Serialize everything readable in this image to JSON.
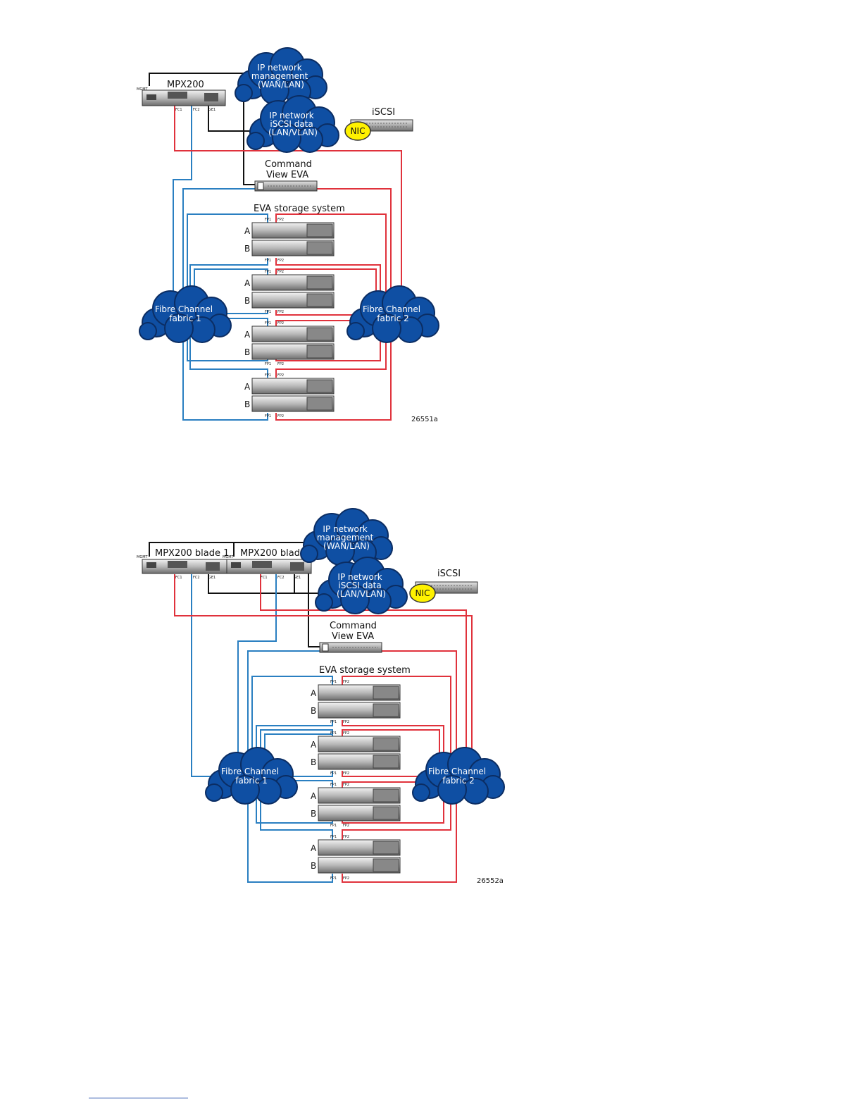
{
  "diagrams": [
    {
      "id": "single",
      "mpx_label": "MPX200",
      "mgmt_port": "MGMT",
      "ports": [
        "FC1",
        "FC2",
        "GE1"
      ],
      "cloud_mgmt": [
        "IP network",
        "management",
        "(WAN/LAN)"
      ],
      "cloud_iscsi": [
        "IP network",
        "iSCSI data",
        "(LAN/VLAN)"
      ],
      "iscsi_label": "iSCSI",
      "nic_label": "NIC",
      "cv_label": [
        "Command",
        "View EVA"
      ],
      "eva_label": "EVA storage system",
      "fabric1": [
        "Fibre Channel",
        "fabric 1"
      ],
      "fabric2": [
        "Fibre Channel",
        "fabric 2"
      ],
      "controller_a": "A",
      "controller_b": "B",
      "fp1": "FP1",
      "fp2": "FP2",
      "figure_id": "26551a"
    },
    {
      "id": "dual",
      "mpx_label_1": "MPX200 blade 1",
      "mpx_label_2": "MPX200 blade 2",
      "mgmt_port": "MGMT",
      "ports": [
        "FC1",
        "FC2",
        "GE1"
      ],
      "cloud_mgmt": [
        "IP network",
        "management",
        "(WAN/LAN)"
      ],
      "cloud_iscsi": [
        "IP network",
        "iSCSI data",
        "(LAN/VLAN)"
      ],
      "iscsi_label": "iSCSI",
      "nic_label": "NIC",
      "cv_label": [
        "Command",
        "View EVA"
      ],
      "eva_label": "EVA storage system",
      "fabric1": [
        "Fibre Channel",
        "fabric 1"
      ],
      "fabric2": [
        "Fibre Channel",
        "fabric 2"
      ],
      "controller_a": "A",
      "controller_b": "B",
      "fp1": "FP1",
      "fp2": "FP2",
      "figure_id": "26552a"
    }
  ],
  "colors": {
    "fabric1_cable": "#2a7fc1",
    "fabric2_cable": "#e0323c",
    "ethernet_cable": "#111111",
    "cloud": "#0f4fa3",
    "nic": "#fff200"
  }
}
